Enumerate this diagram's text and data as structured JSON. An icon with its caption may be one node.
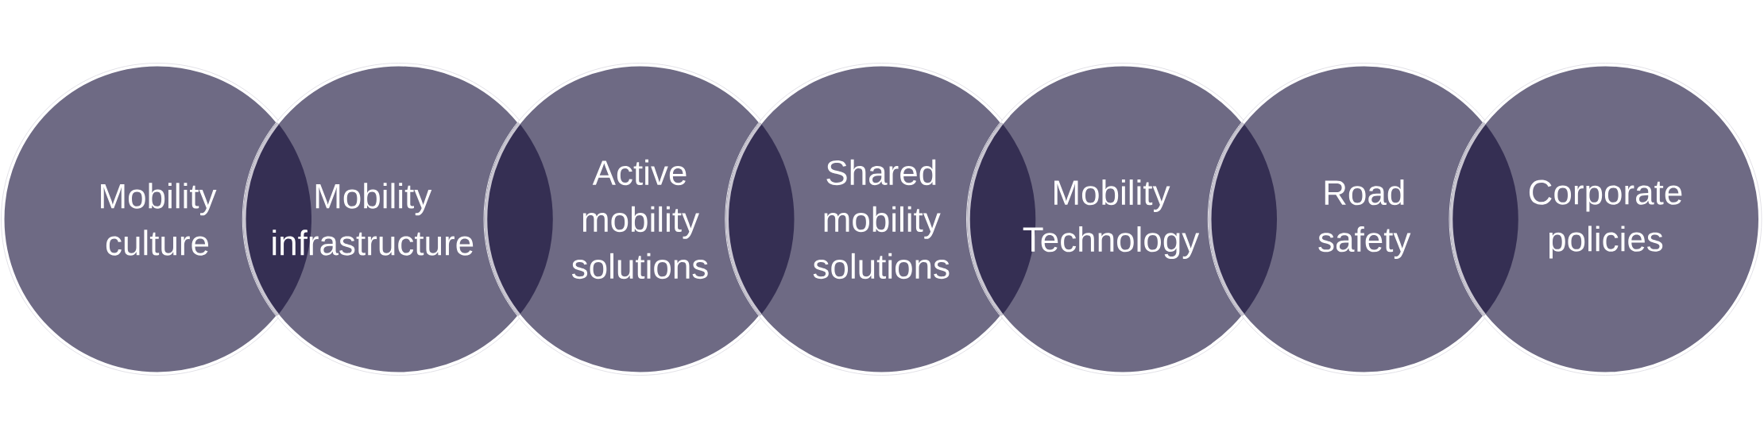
{
  "diagram": {
    "nodes": [
      {
        "text": [
          "Mobility culture"
        ]
      },
      {
        "text": [
          "Mobility infrastructure"
        ]
      },
      {
        "text": [
          "Active mobility solutions"
        ]
      },
      {
        "text": [
          "Shared mobility solutions"
        ]
      },
      {
        "text": [
          "Mobility Technology"
        ]
      },
      {
        "text": [
          "Road safety"
        ]
      },
      {
        "text": [
          "Corporate policies"
        ]
      }
    ]
  }
}
